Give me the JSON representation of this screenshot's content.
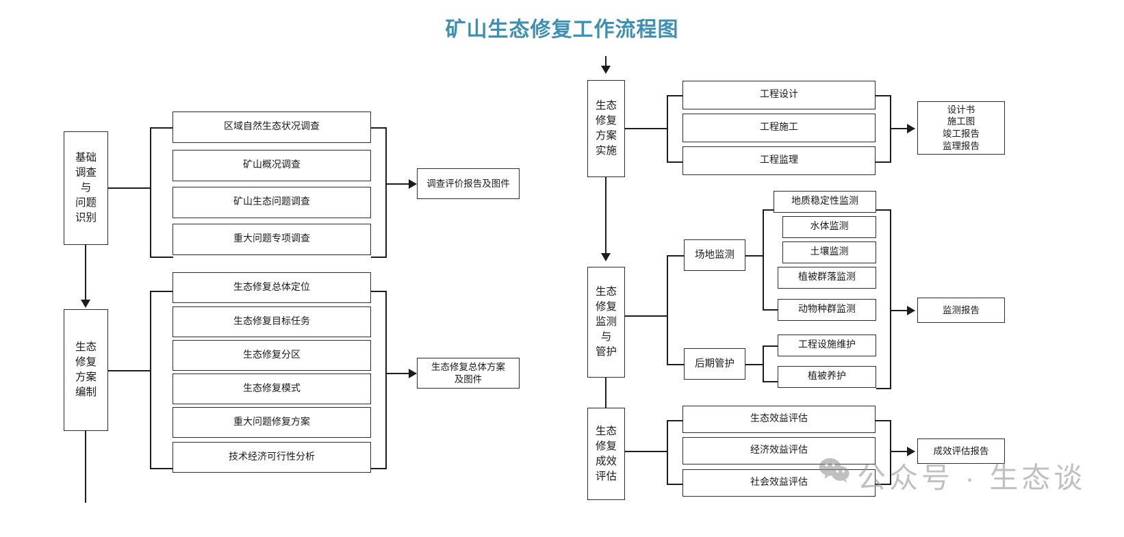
{
  "title": "矿山生态修复工作流程图",
  "accent_color": "#3e8fb0",
  "line_color": "#1c1c1c",
  "box_border_color": "#2b2b2b",
  "background": "#ffffff",
  "stages": [
    {
      "id": "stage-1",
      "label": "基础\n调查\n与\n问题\n识别",
      "items": [
        "区域自然生态状况调查",
        "矿山概况调查",
        "矿山生态问题调查",
        "重大问题专项调查"
      ],
      "output": "调查评价报告及图件"
    },
    {
      "id": "stage-2",
      "label": "生态\n修复\n方案\n编制",
      "items": [
        "生态修复总体定位",
        "生态修复目标任务",
        "生态修复分区",
        "生态修复模式",
        "重大问题修复方案",
        "技术经济可行性分析"
      ],
      "output": "生态修复总体方案\n及图件"
    },
    {
      "id": "stage-3",
      "label": "生态\n修复\n方案\n实施",
      "items": [
        "工程设计",
        "工程施工",
        "工程监理"
      ],
      "output": "设计书\n施工图\n竣工报告\n监理报告"
    },
    {
      "id": "stage-4",
      "label": "生态\n修复\n监测\n与\n管护",
      "groups": [
        {
          "label": "场地监测",
          "items": [
            "地质稳定性监测",
            "水体监测",
            "土壤监测",
            "植被群落监测",
            "动物种群监测"
          ]
        },
        {
          "label": "后期管护",
          "items": [
            "工程设施维护",
            "植被养护"
          ]
        }
      ],
      "output": "监测报告"
    },
    {
      "id": "stage-5",
      "label": "生态\n修复\n成效\n评估",
      "items": [
        "生态效益评估",
        "经济效益评估",
        "社会效益评估"
      ],
      "output": "成效评估报告"
    }
  ],
  "watermark": {
    "text": "公众号 · 生态谈",
    "icon": "wechat-icon"
  }
}
